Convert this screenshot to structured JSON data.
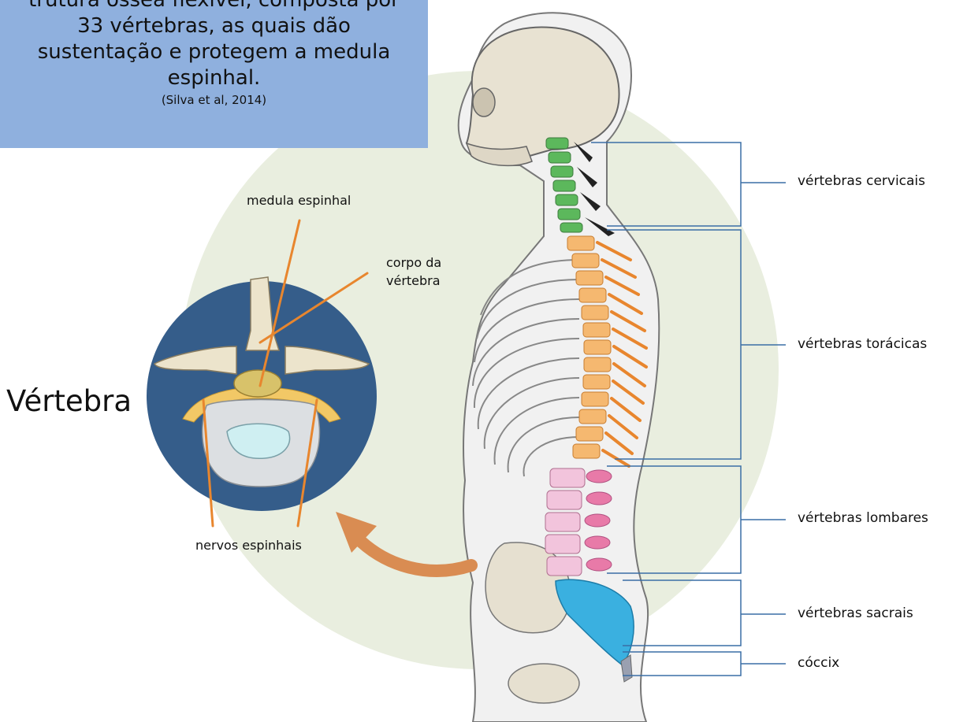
{
  "info_box": {
    "lines": [
      "trutura óssea flexível, composta por",
      "33 vértebras, as quais dão",
      "sustentação e protegem a medula",
      "espinhal."
    ],
    "citation": "(Silva et al, 2014)"
  },
  "vertebra_detail": {
    "title": "Vértebra",
    "labels": {
      "spinal_cord": "medula espinhal",
      "body_line1": "corpo da",
      "body_line2": "vértebra",
      "nerves": "nervos espinhais"
    }
  },
  "spine_regions": [
    {
      "label": "vértebras cervicais",
      "color": "#5cb85c"
    },
    {
      "label": "vértebras torácicas",
      "color": "#f0a050"
    },
    {
      "label": "vértebras lombares",
      "color": "#f0b0d0"
    },
    {
      "label": "vértebras sacrais",
      "color": "#3ab0e0"
    },
    {
      "label": "cóccix",
      "color": "#9aa0b0"
    }
  ],
  "colors": {
    "background_circle": "#e9eedf",
    "vertebra_circle": "#355d8a",
    "info_box": "#8fb0de",
    "bracket": "#3a6ea5",
    "pointer": "#e8862e"
  }
}
